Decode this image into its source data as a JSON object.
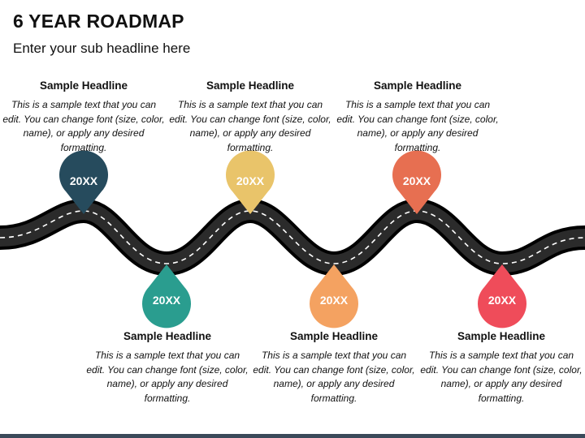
{
  "header": {
    "title": "6 YEAR ROADMAP",
    "subtitle": "Enter your sub headline here"
  },
  "milestones": [
    {
      "year": "20XX",
      "color": "#264b5d",
      "headline": "Sample Headline",
      "text": "This is a sample text that you can edit. You can change font (size, color, name), or apply any desired formatting."
    },
    {
      "year": "20XX",
      "color": "#2a9d8f",
      "headline": "Sample Headline",
      "text": "This is a sample text that you can edit. You can change font (size, color, name), or apply any desired formatting."
    },
    {
      "year": "20XX",
      "color": "#e9c46a",
      "headline": "Sample Headline",
      "text": "This is a sample text that you can edit. You can change font (size, color, name), or apply any desired formatting."
    },
    {
      "year": "20XX",
      "color": "#f4a261",
      "headline": "Sample Headline",
      "text": "This is a sample text that you can edit. You can change font (size, color, name), or apply any desired formatting."
    },
    {
      "year": "20XX",
      "color": "#e76f51",
      "headline": "Sample Headline",
      "text": "This is a sample text that you can edit. You can change font (size, color, name), or apply any desired formatting."
    },
    {
      "year": "20XX",
      "color": "#ef4c5a",
      "headline": "Sample Headline",
      "text": "This is a sample text that you can edit. You can change font (size, color, name), or apply any desired formatting."
    }
  ],
  "road_color": "#2b2b2b",
  "lane_color": "#ffffff"
}
